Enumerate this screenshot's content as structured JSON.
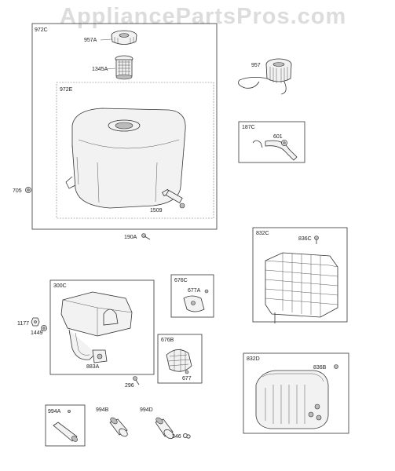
{
  "watermark": "AppliancePartsPros.com",
  "groups": {
    "g972C": "972C",
    "g972E": "972E",
    "g187C": "187C",
    "g832C": "832C",
    "g300C": "300C",
    "g676C": "676C",
    "g676B": "676B",
    "g832D": "832D",
    "g994A": "994A"
  },
  "parts": {
    "p957A": "957A",
    "p1345A": "1345A",
    "p957": "957",
    "p601": "601",
    "p705": "705",
    "p1509": "1509",
    "p190A": "190A",
    "p836C": "836C",
    "p677A": "677A",
    "p1177": "1177",
    "p1449": "1449",
    "p883A": "883A",
    "p296": "296",
    "p677": "677",
    "p836B": "836B",
    "p994B": "994B",
    "p994D": "994D",
    "p346": "346"
  }
}
